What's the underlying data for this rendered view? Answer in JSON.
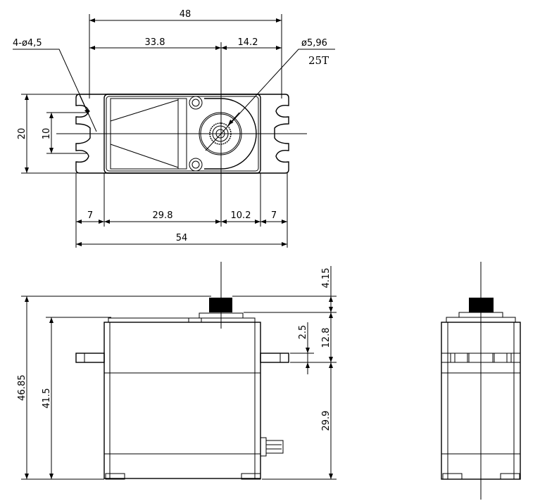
{
  "top_view": {
    "dim_overall_hole_span": "48",
    "dim_left_to_shaft": "33.8",
    "dim_shaft_to_right": "14.2",
    "hole_callout": "4-ø4,5",
    "shaft_callout": "ø5,96",
    "spline_callout": "25T",
    "dim_height": "20",
    "dim_hole_spacing": "10",
    "dim_left_tab": "7",
    "dim_body_to_shaft": "29.8",
    "dim_shaft_to_body_edge": "10.2",
    "dim_right_tab": "7",
    "dim_overall_length": "54"
  },
  "front_view": {
    "dim_total_height": "46.85",
    "dim_body_height": "41.5",
    "dim_spline_height": "4.15",
    "dim_top_to_tab": "12.8",
    "dim_tab_thickness": "2.5",
    "dim_tab_to_bottom": "29.9"
  }
}
